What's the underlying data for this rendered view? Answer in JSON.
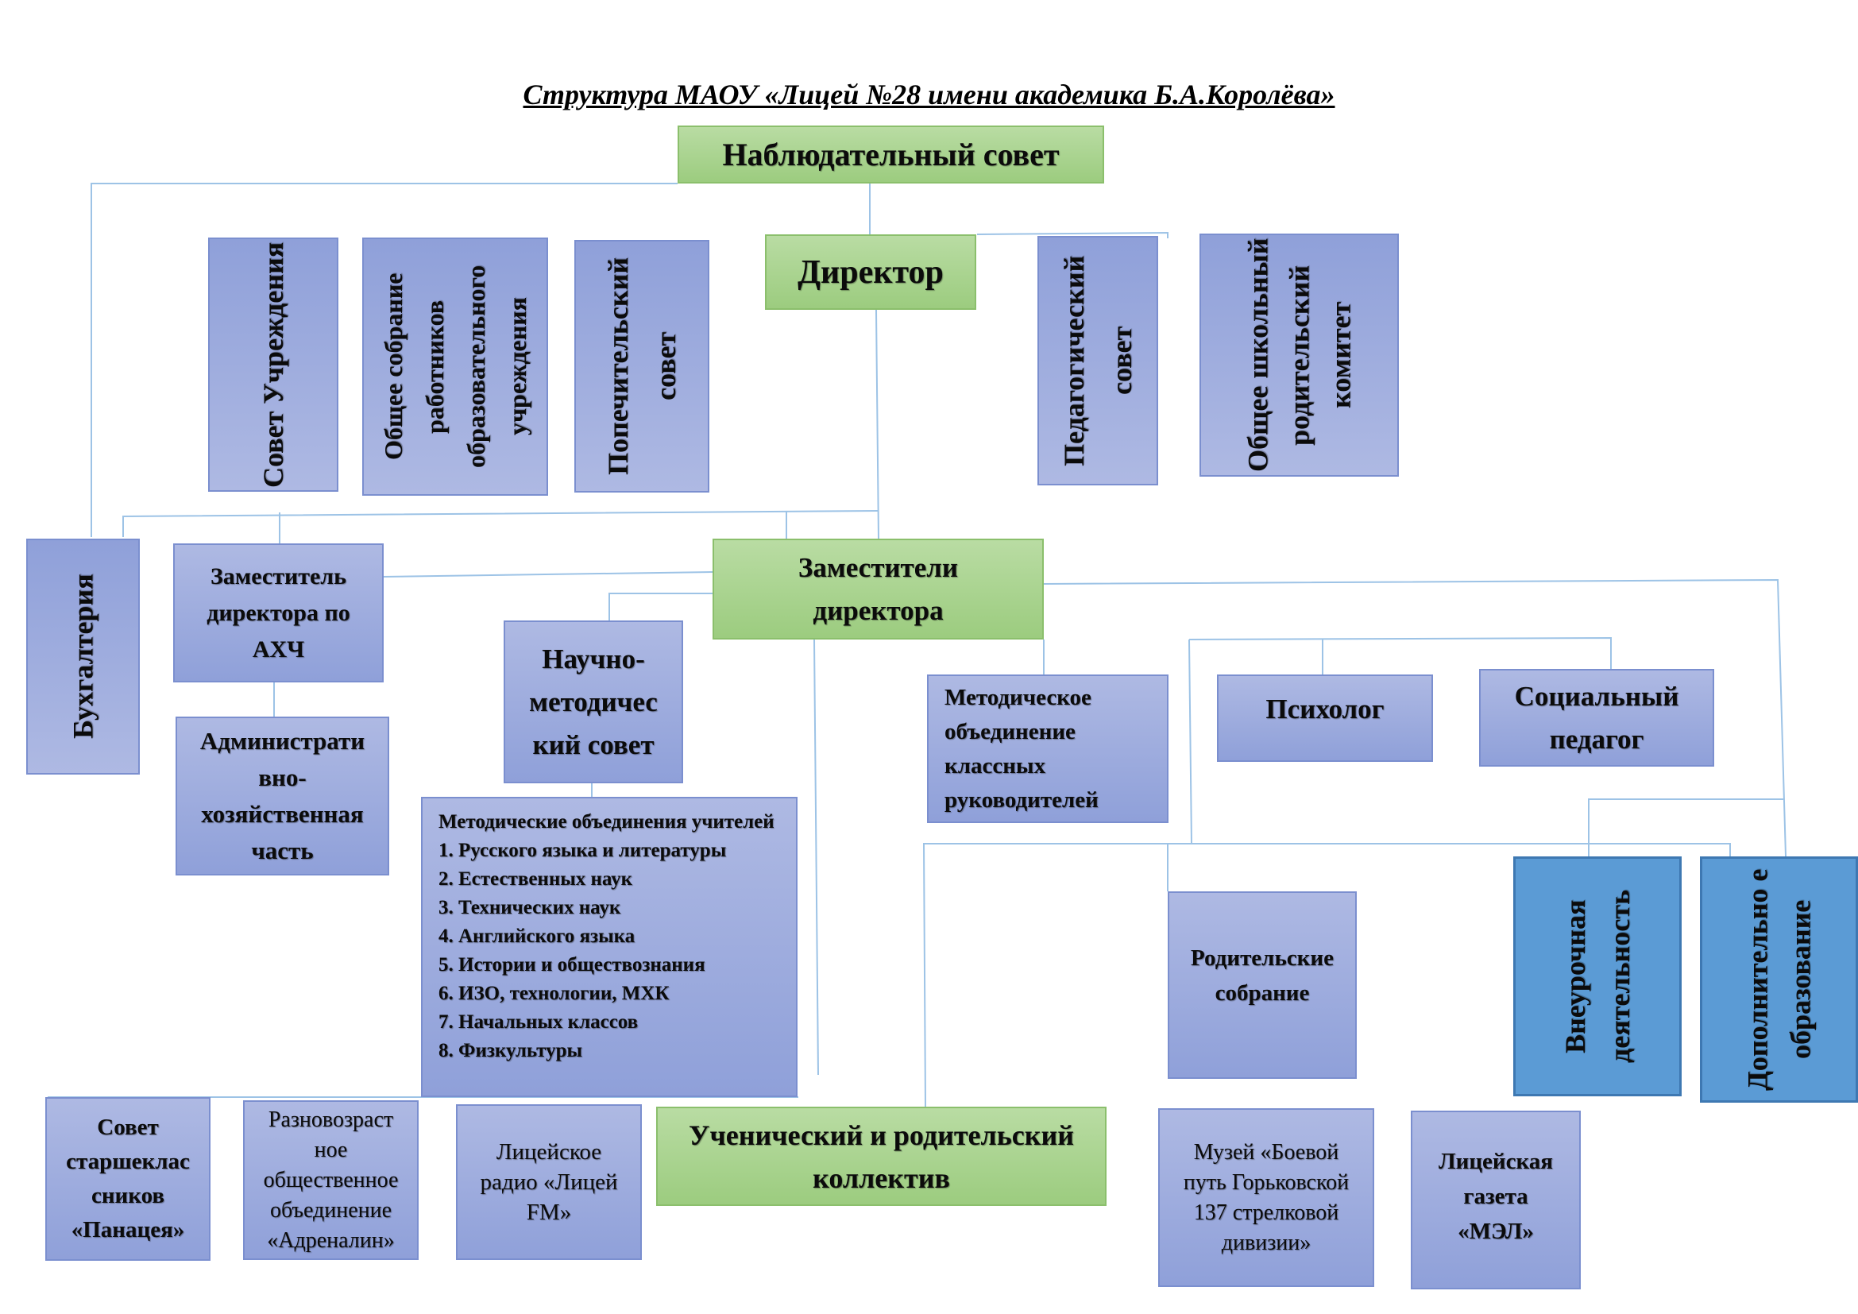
{
  "title": "Структура МАОУ «Лицей №28 имени академика Б.А.Королёва»",
  "nodes": {
    "observ": "Наблюдательный совет",
    "director": "Директор",
    "sovet": "Совет Учреждения",
    "obshchee": "Общее собрание работников образовательного учреждения",
    "popech": "Попечительский совет",
    "pedsovet": "Педагогический совет",
    "roditkom": "Общее школьный родительский комитет",
    "buh": "Бухгалтерия",
    "zam_ahch": "Заместитель директора по АХЧ",
    "zams": "Заместители директора",
    "admin": "Администрати вно-хозяйственная часть",
    "nms": "Научно-методичес кий совет",
    "mo_klass": "Методическое объединение классных руководителей",
    "psych": "Психолог",
    "socped": "Социальный педагог",
    "vneur": "Внеурочная деятельность",
    "dop": "Дополнительно е образование",
    "rodsobr": "Родительские собрание",
    "uchkol": "Ученический и родительский коллектив",
    "sovet_st": "Совет старшеклас сников «Панацея»",
    "adrenalin": "Разновозраст ное общественное объединение «Адреналин»",
    "radio": "Лицейское радио «Лицей FM»",
    "muzey": "Музей «Боевой путь Горьковской 137 стрелковой дивизии»",
    "gazeta": "Лицейская газета «МЭЛ»"
  },
  "mo_list": {
    "header": "Методические объединения учителей",
    "items": [
      "1. Русского языка и литературы",
      "2. Естественных наук",
      "3. Технических наук",
      "4. Английского языка",
      "5. Истории и обществознания",
      "6. ИЗО, технологии, МХК",
      "7. Начальных классов",
      "8. Физкультуры"
    ]
  },
  "colors": {
    "green": "#9ccc7f",
    "blue": "#8fa0d9",
    "dark_blue": "#5b9bd5",
    "line": "#9dc3e6"
  }
}
